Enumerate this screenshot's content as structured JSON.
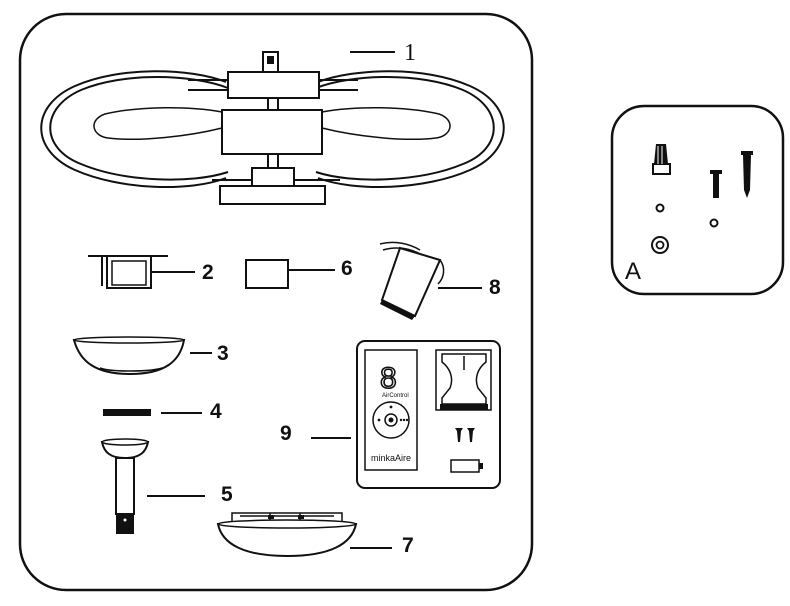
{
  "parts": [
    {
      "id": 1,
      "label": "1",
      "name": "fan-assembly"
    },
    {
      "id": 2,
      "label": "2",
      "name": "mounting-bracket"
    },
    {
      "id": 3,
      "label": "3",
      "name": "canopy"
    },
    {
      "id": 4,
      "label": "4",
      "name": "canopy-ring"
    },
    {
      "id": 5,
      "label": "5",
      "name": "downrod"
    },
    {
      "id": 6,
      "label": "6",
      "name": "receiver"
    },
    {
      "id": 7,
      "label": "7",
      "name": "light-kit"
    },
    {
      "id": 8,
      "label": "8",
      "name": "wire-holder"
    },
    {
      "id": 9,
      "label": "9",
      "name": "remote-control-kit"
    }
  ],
  "hardware_box": {
    "label": "A"
  },
  "remote": {
    "digit": "8",
    "brand_small": "AirControl",
    "brand": "minkaAire"
  }
}
